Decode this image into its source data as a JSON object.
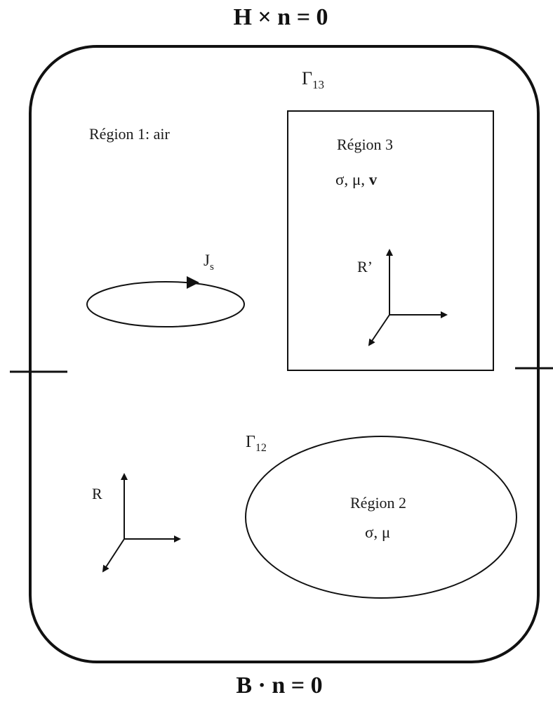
{
  "boundary_conditions": {
    "top": {
      "lhs": "H",
      "op": "×",
      "vec": "n",
      "rhs": "= 0"
    },
    "bottom": {
      "lhs": "B",
      "op": "·",
      "vec": "n",
      "rhs": "= 0"
    }
  },
  "interfaces": {
    "gamma_13": {
      "symbol": "Γ",
      "subscript": "13"
    },
    "gamma_12": {
      "symbol": "Γ",
      "subscript": "12"
    }
  },
  "regions": {
    "region1": {
      "label": "Région 1: air"
    },
    "region2": {
      "label": "Région 2",
      "properties": "σ, μ"
    },
    "region3": {
      "label": "Région 3",
      "properties_plain": "σ, μ, ",
      "properties_bold": "v"
    }
  },
  "source": {
    "symbol": "J",
    "subscript": "s"
  },
  "frames": {
    "fixed": {
      "label": "R"
    },
    "moving": {
      "label": "R’"
    }
  }
}
